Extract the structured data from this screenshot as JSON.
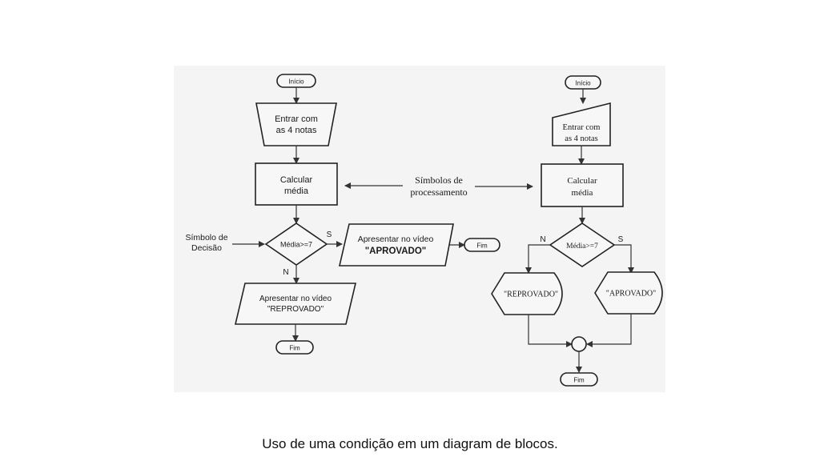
{
  "left_flow": {
    "start": "Início",
    "input_line1": "Entrar com",
    "input_line2": "as 4 notas",
    "process_line1": "Calcular",
    "process_line2": "média",
    "decision": "Média>=7",
    "yes": "S",
    "no": "N",
    "decision_symbol_line1": "Símbolo de",
    "decision_symbol_line2": "Decisão",
    "approved_line1": "Apresentar no vídeo",
    "approved_line2": "\"APROVADO\"",
    "failed_line1": "Apresentar no vídeo",
    "failed_line2": "\"REPROVADO\"",
    "end_right": "Fim",
    "end_bottom": "Fim"
  },
  "center_label": {
    "line1": "Símbolos de",
    "line2": "processamento"
  },
  "right_flow": {
    "start": "Início",
    "input_line1": "Entrar com",
    "input_line2": "as 4 notas",
    "process_line1": "Calcular",
    "process_line2": "média",
    "decision": "Média>=7",
    "yes": "S",
    "no": "N",
    "failed": "\"REPROVADO\"",
    "approved": "\"APROVADO\"",
    "end": "Fim"
  },
  "caption": "Uso de uma condição em um diagram de blocos."
}
